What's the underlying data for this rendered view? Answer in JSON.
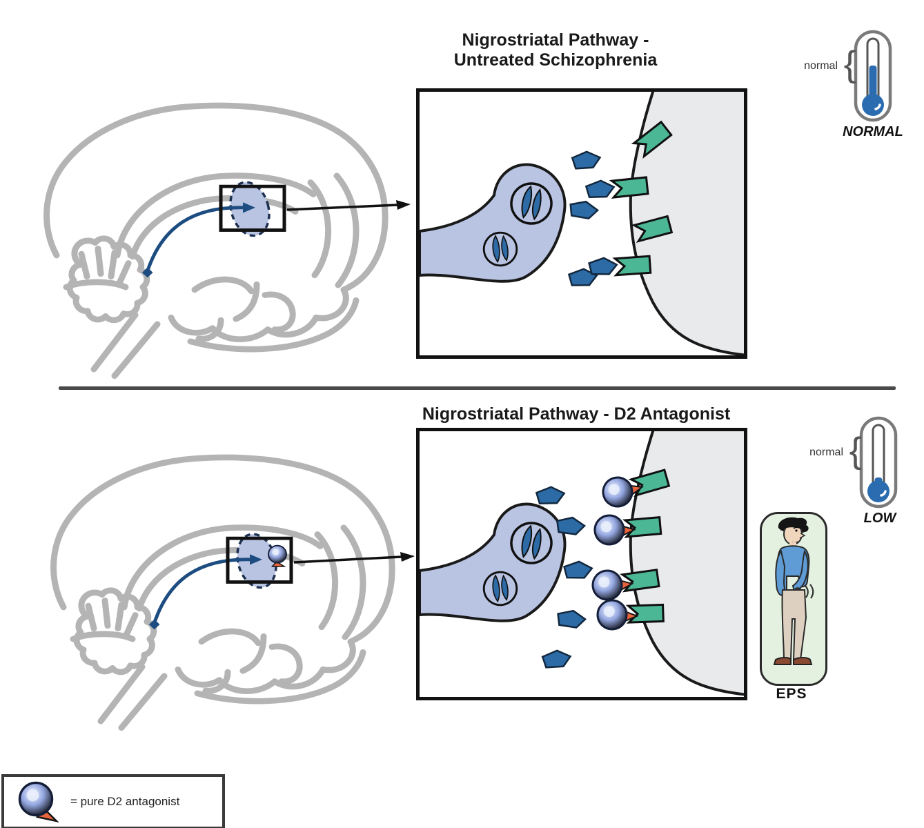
{
  "figure": {
    "description": "Nigrostriatal dopamine pathway comparison: untreated schizophrenia vs D2 antagonist treatment",
    "colors": {
      "dopamine_blue": "#2d6ba6",
      "receptor_green": "#4cb795",
      "antagonist_sphere_blue": "#5a74c2",
      "antagonist_triangle_orange": "#e8643c",
      "presynaptic_fill": "#b9c4e2",
      "postsynaptic_fill": "#e9eaec",
      "brain_outline_gray": "#b4b4b4",
      "pathway_blue": "#1d4d80",
      "thermometer_fill_blue": "#2b6cb0",
      "eps_panel_green": "#e4f1e0"
    }
  },
  "top_panel": {
    "title_line1": "Nigrostriatal Pathway -",
    "title_line2": "Untreated Schizophrenia",
    "thermometer": {
      "range_label": "normal",
      "brace": "{",
      "status_label": "NORMAL",
      "level": "normal"
    },
    "synapse": {
      "receptors": 4,
      "free_dopamine": 3,
      "docked_dopamine": 2,
      "blocked_receptors": 0,
      "vesicles": 2
    }
  },
  "bottom_panel": {
    "title": "Nigrostriatal Pathway - D2 Antagonist",
    "thermometer": {
      "range_label": "normal",
      "brace": "{",
      "status_label": "LOW",
      "level": "low"
    },
    "synapse": {
      "receptors": 4,
      "free_dopamine": 5,
      "docked_dopamine": 0,
      "blocked_receptors": 4,
      "vesicles": 2
    },
    "eps_label": "EPS"
  },
  "legend": {
    "label": "= pure D2 antagonist",
    "icon": "d2-antagonist-sphere"
  }
}
